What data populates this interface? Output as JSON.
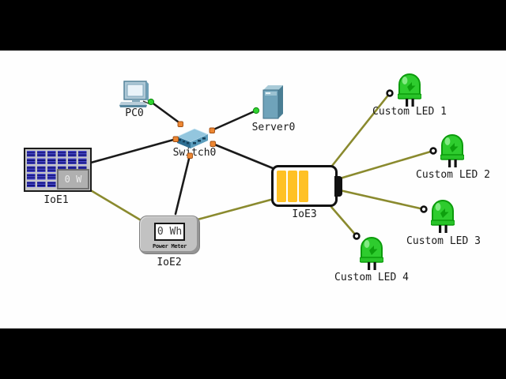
{
  "workspace": {
    "background": "#fefefe",
    "letterbox_color": "#000000",
    "devices": {
      "pc0": {
        "label": "PC0",
        "icon": "desktop-pc-icon"
      },
      "switch0": {
        "label": "Switch0",
        "icon": "network-switch-icon"
      },
      "server0": {
        "label": "Server0",
        "icon": "server-tower-icon"
      },
      "ioe1": {
        "label": "IoE1",
        "icon": "solar-panel-icon",
        "display_value": "0 W"
      },
      "ioe2": {
        "label": "IoE2",
        "icon": "power-meter-icon",
        "display_value": "0 Wh",
        "device_caption": "Power Meter"
      },
      "ioe3": {
        "label": "IoE3",
        "icon": "battery-icon"
      },
      "led1": {
        "label": "Custom LED 1",
        "icon": "green-led-icon"
      },
      "led2": {
        "label": "Custom LED 2",
        "icon": "green-led-icon"
      },
      "led3": {
        "label": "Custom LED 3",
        "icon": "green-led-icon"
      },
      "led4": {
        "label": "Custom LED 4",
        "icon": "green-led-icon"
      }
    },
    "links": [
      {
        "from": "PC0",
        "to": "Switch0",
        "type": "ethernet"
      },
      {
        "from": "Server0",
        "to": "Switch0",
        "type": "ethernet"
      },
      {
        "from": "IoE1",
        "to": "Switch0",
        "type": "ethernet"
      },
      {
        "from": "IoE2",
        "to": "Switch0",
        "type": "ethernet"
      },
      {
        "from": "IoE3",
        "to": "Switch0",
        "type": "ethernet"
      },
      {
        "from": "IoE1",
        "to": "IoE2",
        "type": "iot-cable"
      },
      {
        "from": "IoE2",
        "to": "IoE3",
        "type": "iot-cable"
      },
      {
        "from": "IoE3",
        "to": "Custom LED 1",
        "type": "iot-cable"
      },
      {
        "from": "IoE3",
        "to": "Custom LED 2",
        "type": "iot-cable"
      },
      {
        "from": "IoE3",
        "to": "Custom LED 3",
        "type": "iot-cable"
      },
      {
        "from": "IoE3",
        "to": "Custom LED 4",
        "type": "iot-cable"
      }
    ],
    "colors": {
      "ethernet_link": "#1a1a1a",
      "iot_link": "#8a8a2e",
      "switch_port_dot": "#ed8733",
      "link_up_dot": "#2fd32f",
      "led_green": "#2ecc2e",
      "battery_fill": "#ffc125",
      "solar_cell_blue": "#15157e"
    }
  }
}
